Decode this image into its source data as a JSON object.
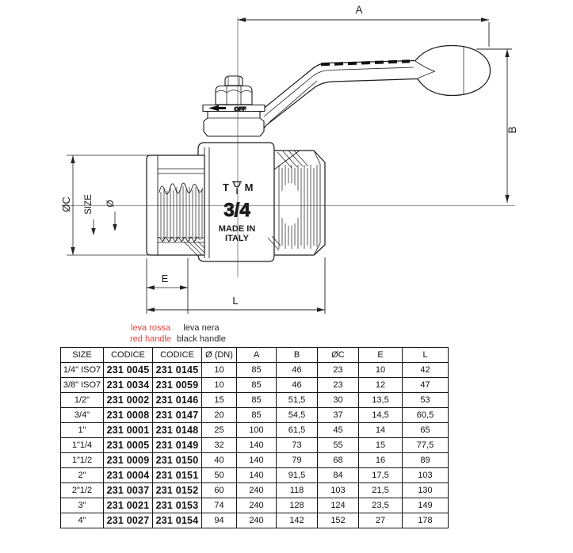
{
  "drawing": {
    "dims": {
      "A": "A",
      "B": "B",
      "C": "ØC",
      "SIZE": "SIZE",
      "DIA": "Ø",
      "E": "E",
      "L": "L"
    },
    "markings": {
      "brand_left": "T",
      "brand_right": "M",
      "size": "3/4",
      "made_in": "MADE IN",
      "italy": "ITALY",
      "off": "OFF"
    }
  },
  "legend": {
    "red": {
      "line1": "leva rossa",
      "line2": "red handle",
      "color": "#e8413c"
    },
    "black": {
      "line1": "leva nera",
      "line2": "black handle",
      "color": "#2b2b2b"
    }
  },
  "table": {
    "headers": [
      "SIZE",
      "CODICE",
      "CODICE",
      "Ø (DN)",
      "A",
      "B",
      "ØC",
      "E",
      "L"
    ],
    "rows": [
      [
        "1/4\" ISO7",
        "231 0045",
        "231 0145",
        "10",
        "85",
        "46",
        "23",
        "10",
        "42"
      ],
      [
        "3/8\" ISO7",
        "231 0034",
        "231 0059",
        "10",
        "85",
        "46",
        "23",
        "12",
        "47"
      ],
      [
        "1/2\"",
        "231 0002",
        "231 0146",
        "15",
        "85",
        "51,5",
        "30",
        "13,5",
        "53"
      ],
      [
        "3/4\"",
        "231 0008",
        "231 0147",
        "20",
        "85",
        "54,5",
        "37",
        "14,5",
        "60,5"
      ],
      [
        "1\"",
        "231 0001",
        "231 0148",
        "25",
        "100",
        "61,5",
        "45",
        "14",
        "65"
      ],
      [
        "1\"1/4",
        "231 0005",
        "231 0149",
        "32",
        "140",
        "73",
        "55",
        "15",
        "77,5"
      ],
      [
        "1\"1/2",
        "231 0009",
        "231 0150",
        "40",
        "140",
        "79",
        "68",
        "16",
        "89"
      ],
      [
        "2\"",
        "231 0004",
        "231 0151",
        "50",
        "140",
        "91,5",
        "84",
        "17,5",
        "103"
      ],
      [
        "2\"1/2",
        "231 0037",
        "231 0152",
        "60",
        "240",
        "118",
        "103",
        "21,5",
        "130"
      ],
      [
        "3\"",
        "231 0021",
        "231 0153",
        "74",
        "240",
        "128",
        "124",
        "23,5",
        "149"
      ],
      [
        "4\"",
        "231 0027",
        "231 0154",
        "94",
        "240",
        "142",
        "152",
        "27",
        "178"
      ]
    ]
  }
}
